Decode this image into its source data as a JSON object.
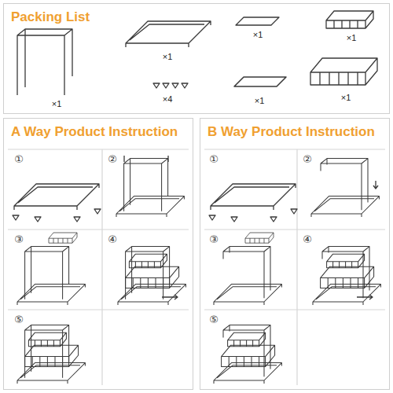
{
  "diagram": {
    "nodes": [
      {
        "text": [
          "Packing List"
        ]
      },
      {
        "text": [
          "A Way Product Instruction"
        ]
      },
      {
        "text": [
          "B Way Product Instruction"
        ]
      }
    ],
    "labels": [
      "×1",
      "×1",
      "×1",
      "×1",
      "×4",
      "×1",
      "×1",
      "①",
      "②",
      "③",
      "④",
      "⑤",
      "①",
      "②",
      "③",
      "④",
      "⑤"
    ]
  }
}
